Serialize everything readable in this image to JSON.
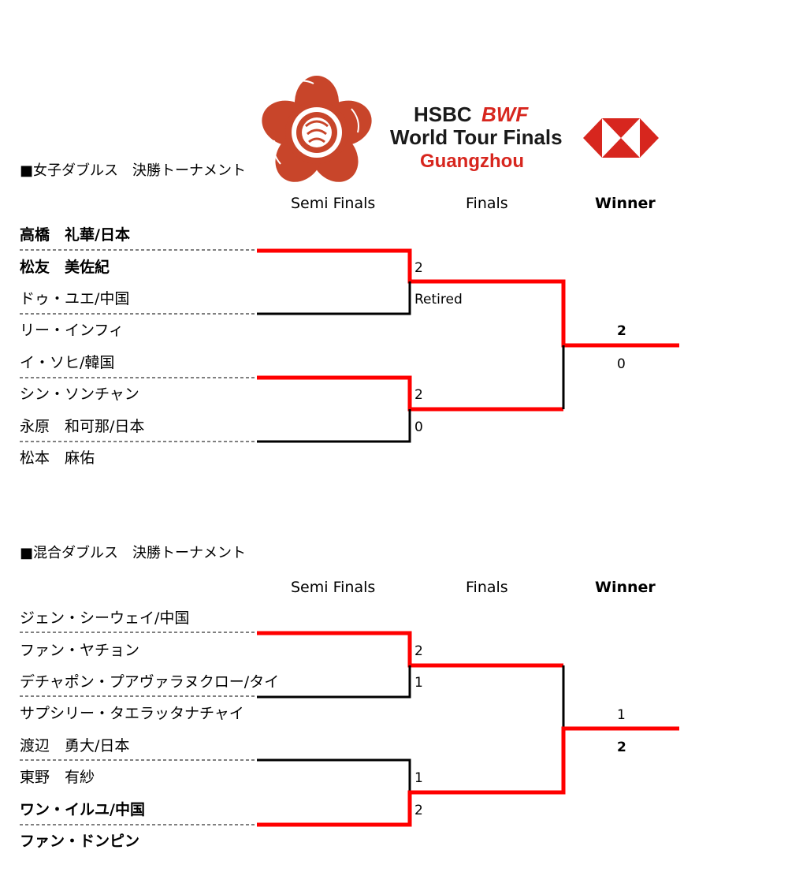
{
  "logo": {
    "hsbc": "HSBC",
    "bwf": "BWF",
    "event": "World Tour Finals",
    "city": "Guangzhou",
    "flower_icon": "flower-logo-icon",
    "hexagon_icon": "hsbc-hexagon-icon",
    "brand_red": "#d7261e",
    "flower_red": "#c8452a"
  },
  "colors": {
    "winner_path": "#ff0000",
    "loser_path": "#000000"
  },
  "womens": {
    "title": "■女子ダブルス　決勝トーナメント",
    "headers": {
      "semi": "Semi Finals",
      "final": "Finals",
      "winner": "Winner"
    },
    "players": [
      "高橋　礼華/日本",
      "松友　美佐紀",
      "ドゥ・ユエ/中国",
      "リー・インフィ",
      "イ・ソヒ/韓国",
      "シン・ソンチャン",
      "永原　和可那/日本",
      "松本　麻佑"
    ],
    "semi_scores": [
      "2",
      "Retired",
      "2",
      "0"
    ],
    "final_scores": [
      "2",
      "0"
    ]
  },
  "mixed": {
    "title": "■混合ダブルス　決勝トーナメント",
    "headers": {
      "semi": "Semi Finals",
      "final": "Finals",
      "winner": "Winner"
    },
    "players": [
      "ジェン・シーウェイ/中国",
      "ファン・ヤチョン",
      "デチャポン・プアヴァラヌクロー/タイ",
      "サプシリー・タエラッタナチャイ",
      "渡辺　勇大/日本",
      "東野　有紗",
      "ワン・イルユ/中国",
      "ファン・ドンピン"
    ],
    "semi_scores": [
      "2",
      "1",
      "1",
      "2"
    ],
    "final_scores": [
      "1",
      "2"
    ]
  }
}
